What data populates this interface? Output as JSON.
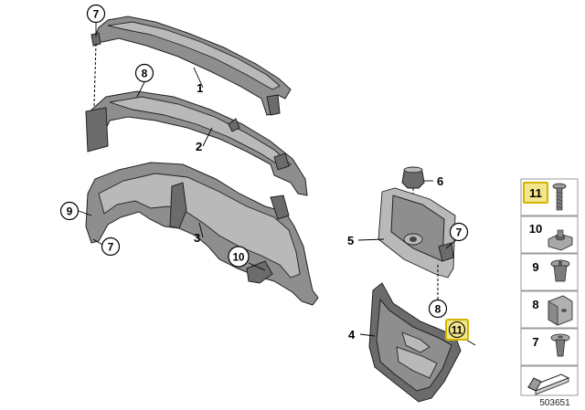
{
  "diagram": {
    "callouts": [
      {
        "id": "c7a",
        "text": "7",
        "circled": true
      },
      {
        "id": "c8a",
        "text": "8",
        "circled": true
      },
      {
        "id": "c9",
        "text": "9",
        "circled": true
      },
      {
        "id": "c7b",
        "text": "7",
        "circled": true
      },
      {
        "id": "c10",
        "text": "10",
        "circled": true
      },
      {
        "id": "c7c",
        "text": "7",
        "circled": true
      },
      {
        "id": "c8b",
        "text": "8",
        "circled": true
      },
      {
        "id": "c11",
        "text": "11",
        "circled": true,
        "highlighted": true
      }
    ],
    "part_labels": [
      {
        "id": "p1",
        "text": "1"
      },
      {
        "id": "p2",
        "text": "2"
      },
      {
        "id": "p3",
        "text": "3"
      },
      {
        "id": "p4",
        "text": "4"
      },
      {
        "id": "p5",
        "text": "5"
      },
      {
        "id": "p6",
        "text": "6"
      }
    ],
    "legend": [
      {
        "id": "l11",
        "text": "11",
        "icon": "screw-icon",
        "highlighted": true
      },
      {
        "id": "l10",
        "text": "10",
        "icon": "nut-icon"
      },
      {
        "id": "l9",
        "text": "9",
        "icon": "expanding-rivet-icon"
      },
      {
        "id": "l8",
        "text": "8",
        "icon": "clip-nut-icon"
      },
      {
        "id": "l7",
        "text": "7",
        "icon": "push-rivet-icon"
      },
      {
        "id": "lnav",
        "text": "",
        "icon": "arrow-navigation-icon"
      }
    ],
    "diagram_number": "503651",
    "highlight_color": "#f3e58a",
    "highlight_border": "#d4b400"
  }
}
